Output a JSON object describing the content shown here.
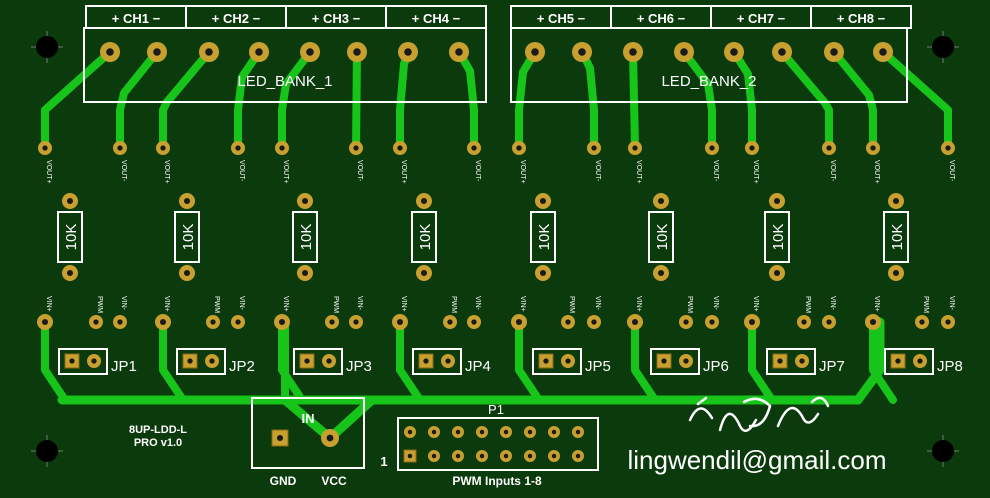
{
  "board": {
    "name_line1": "8UP-LDD-L",
    "name_line2": "PRO v1.0",
    "email": "lingwendil@gmail.com",
    "colors": {
      "substrate": "#0b3a0c",
      "copper": "#16c41a",
      "pad": "#c8a030",
      "silk": "#ffffff"
    }
  },
  "banks": [
    {
      "label": "LED_BANK_1",
      "channels": [
        "+ CH1 −",
        "+ CH2 −",
        "+ CH3 −",
        "+ CH4 −"
      ]
    },
    {
      "label": "LED_BANK_2",
      "channels": [
        "+ CH5 −",
        "+ CH6 −",
        "+ CH7 −",
        "+ CH8 −"
      ]
    }
  ],
  "vout_labels": [
    "VOUT+",
    "VOUT-"
  ],
  "vin_labels": [
    "VIN+",
    "PWM",
    "VIN-"
  ],
  "resistor_value": "10K",
  "jumpers": [
    "JP1",
    "JP2",
    "JP3",
    "JP4",
    "JP5",
    "JP6",
    "JP7",
    "JP8"
  ],
  "power": {
    "label": "IN",
    "gnd": "GND",
    "vcc": "VCC"
  },
  "header": {
    "label": "P1",
    "pin1": "1",
    "caption": "PWM Inputs 1-8"
  }
}
